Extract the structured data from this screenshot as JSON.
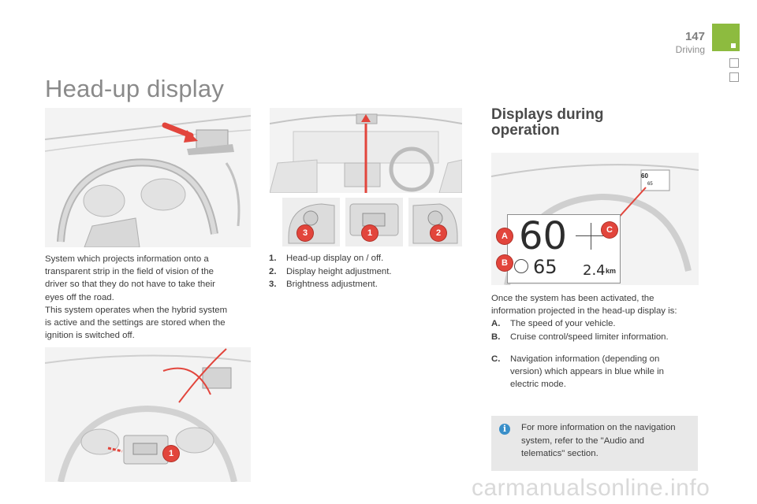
{
  "header": {
    "page_number": "147",
    "section": "Driving",
    "colors": {
      "tab_green": "#8dbb3f",
      "callout_red": "#e2453c",
      "info_blue": "#3a8fc9"
    }
  },
  "title": "Head-up display",
  "intro": {
    "line1": "System which projects information onto a",
    "line2": "transparent strip in the field of vision of the",
    "line3": "driver so that they do not have to take their",
    "line4": "eyes off the road.",
    "line5": "This system operates when the hybrid system",
    "line6": "is active and the settings are stored when the",
    "line7": "ignition is switched off."
  },
  "controls": {
    "items": [
      {
        "key": "1.",
        "text": "Head-up display on / off."
      },
      {
        "key": "2.",
        "text": "Display height adjustment."
      },
      {
        "key": "3.",
        "text": "Brightness adjustment."
      }
    ],
    "callouts": [
      "3",
      "1",
      "2"
    ]
  },
  "displays": {
    "heading_line1": "Displays during",
    "heading_line2": "operation",
    "screen": {
      "speed": "60",
      "cruise": "65",
      "distance": "2.4",
      "unit": "km",
      "mini_speed": "60",
      "mini_cruise": "65"
    },
    "callouts": [
      "A",
      "B",
      "C"
    ],
    "intro_line1": "Once the system has been activated, the",
    "intro_line2": "information projected in the head-up display is:",
    "items": [
      {
        "key": "A.",
        "text": "The speed of your vehicle."
      },
      {
        "key": "B.",
        "text": "Cruise control/speed limiter information."
      }
    ],
    "item_c": {
      "key": "C.",
      "line1": "Navigation information (depending on",
      "line2": "version) which appears in blue while in",
      "line3": "electric mode."
    }
  },
  "bottom_illustration": {
    "callout": "1"
  },
  "info_box": {
    "icon": "info-icon",
    "line1": "For more information on the navigation",
    "line2": "system, refer to the \"Audio and",
    "line3": "telematics\" section."
  },
  "watermark": "carmanualsonline.info"
}
